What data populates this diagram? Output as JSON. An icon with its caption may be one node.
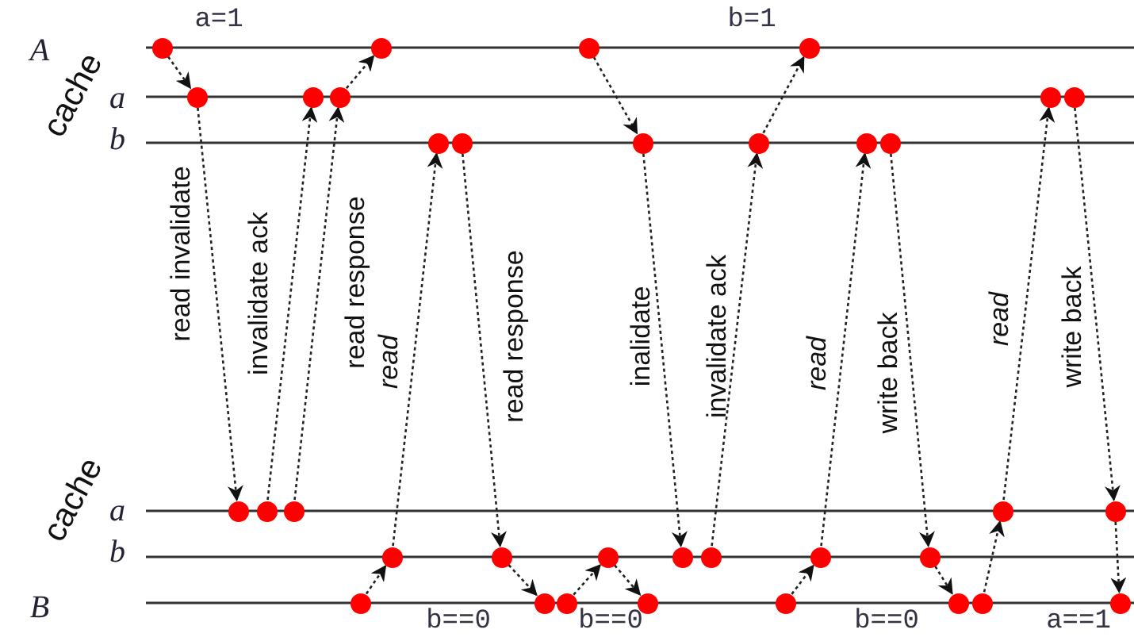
{
  "diagram": {
    "nodes": [
      {
        "text": [],
        "shape": "circle"
      },
      {
        "text": [],
        "shape": "circle"
      },
      {
        "text": [],
        "shape": "circle"
      },
      {
        "text": [],
        "shape": "circle"
      },
      {
        "text": [],
        "shape": "circle"
      },
      {
        "text": [],
        "shape": "circle"
      },
      {
        "text": [],
        "shape": "circle"
      },
      {
        "text": [],
        "shape": "circle"
      },
      {
        "text": [],
        "shape": "circle"
      },
      {
        "text": [],
        "shape": "circle"
      },
      {
        "text": [],
        "shape": "circle"
      },
      {
        "text": [],
        "shape": "circle"
      },
      {
        "text": [],
        "shape": "circle"
      },
      {
        "text": [],
        "shape": "circle"
      },
      {
        "text": [],
        "shape": "circle"
      },
      {
        "text": [],
        "shape": "circle"
      },
      {
        "text": [],
        "shape": "circle"
      },
      {
        "text": [],
        "shape": "circle"
      },
      {
        "text": [],
        "shape": "circle"
      },
      {
        "text": [],
        "shape": "circle"
      },
      {
        "text": [],
        "shape": "circle"
      },
      {
        "text": [],
        "shape": "circle"
      },
      {
        "text": [],
        "shape": "circle"
      },
      {
        "text": [],
        "shape": "circle"
      },
      {
        "text": [],
        "shape": "circle"
      },
      {
        "text": [],
        "shape": "circle"
      },
      {
        "text": [],
        "shape": "circle"
      },
      {
        "text": [],
        "shape": "circle"
      },
      {
        "text": [],
        "shape": "circle"
      },
      {
        "text": [],
        "shape": "circle"
      },
      {
        "text": [],
        "shape": "circle"
      },
      {
        "text": [],
        "shape": "circle"
      },
      {
        "text": [],
        "shape": "circle"
      },
      {
        "text": [],
        "shape": "circle"
      },
      {
        "text": [],
        "shape": "circle"
      }
    ],
    "edges": [
      {
        "from": 0,
        "to": 4,
        "arrow": "to"
      },
      {
        "from": 4,
        "to": 15,
        "arrow": "to",
        "label": "read invalidate"
      },
      {
        "from": 16,
        "to": 5,
        "arrow": "to",
        "label": "invalidate ack"
      },
      {
        "from": 17,
        "to": 6,
        "arrow": "to",
        "label": "read response"
      },
      {
        "from": 6,
        "to": 1,
        "arrow": "to"
      },
      {
        "from": 27,
        "to": 20,
        "arrow": "to"
      },
      {
        "from": 20,
        "to": 9,
        "arrow": "to",
        "label": "read"
      },
      {
        "from": 10,
        "to": 21,
        "arrow": "to",
        "label": "read response"
      },
      {
        "from": 21,
        "to": 28,
        "arrow": "to"
      },
      {
        "from": 29,
        "to": 22,
        "arrow": "to"
      },
      {
        "from": 22,
        "to": 30,
        "arrow": "to"
      },
      {
        "from": 2,
        "to": 11,
        "arrow": "to"
      },
      {
        "from": 11,
        "to": 23,
        "arrow": "to",
        "label": "inalidate"
      },
      {
        "from": 24,
        "to": 12,
        "arrow": "to",
        "label": "invalidate ack"
      },
      {
        "from": 12,
        "to": 3,
        "arrow": "to"
      },
      {
        "from": 31,
        "to": 25,
        "arrow": "to"
      },
      {
        "from": 25,
        "to": 13,
        "arrow": "to",
        "label": "read"
      },
      {
        "from": 14,
        "to": 26,
        "arrow": "to",
        "label": "write back"
      },
      {
        "from": 26,
        "to": 32,
        "arrow": "to"
      },
      {
        "from": 33,
        "to": 18,
        "arrow": "to"
      },
      {
        "from": 18,
        "to": 7,
        "arrow": "to",
        "label": "read"
      },
      {
        "from": 8,
        "to": 19,
        "arrow": "to",
        "label": "write back"
      },
      {
        "from": 19,
        "to": 34,
        "arrow": "to"
      }
    ],
    "labels": [
      "a=1",
      "b=1",
      "A",
      "cache",
      "a",
      "b",
      "cache",
      "a",
      "b",
      "B",
      "b==0",
      "b==0",
      "b==0",
      "a==1"
    ]
  }
}
